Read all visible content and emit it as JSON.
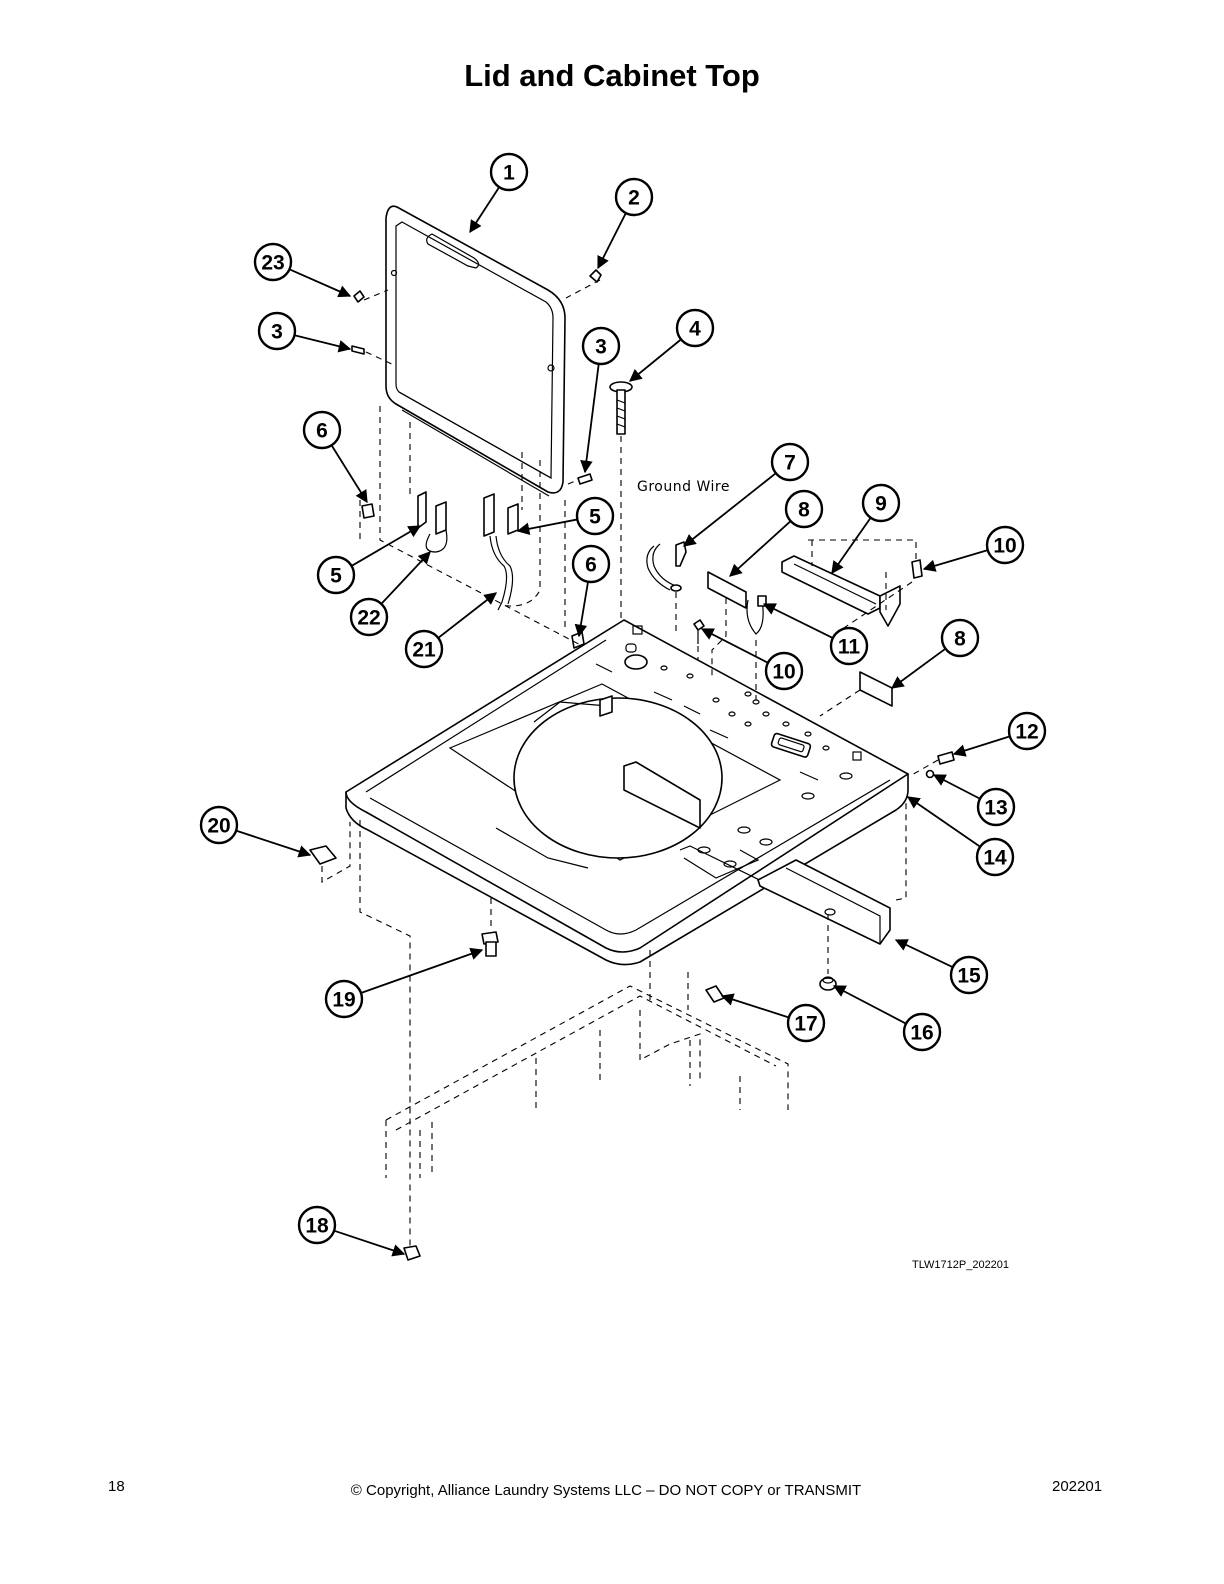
{
  "page": {
    "title": "Lid and Cabinet Top",
    "drawing_code": "TLW1712P_202201",
    "page_number": "18",
    "copyright": "© Copyright, Alliance Laundry Systems LLC – DO NOT COPY or TRANSMIT",
    "revision": "202201"
  },
  "labels": {
    "ground_wire": "Ground Wire"
  },
  "callouts": [
    {
      "id": "c1",
      "num": "1"
    },
    {
      "id": "c2",
      "num": "2"
    },
    {
      "id": "c23",
      "num": "23"
    },
    {
      "id": "c3a",
      "num": "3"
    },
    {
      "id": "c3b",
      "num": "3"
    },
    {
      "id": "c4",
      "num": "4"
    },
    {
      "id": "c6a",
      "num": "6"
    },
    {
      "id": "c7",
      "num": "7"
    },
    {
      "id": "c8a",
      "num": "8"
    },
    {
      "id": "c9",
      "num": "9"
    },
    {
      "id": "c10a",
      "num": "10"
    },
    {
      "id": "c5a",
      "num": "5"
    },
    {
      "id": "c5b",
      "num": "5"
    },
    {
      "id": "c6b",
      "num": "6"
    },
    {
      "id": "c22",
      "num": "22"
    },
    {
      "id": "c21",
      "num": "21"
    },
    {
      "id": "c11",
      "num": "11"
    },
    {
      "id": "c10b",
      "num": "10"
    },
    {
      "id": "c8b",
      "num": "8"
    },
    {
      "id": "c12",
      "num": "12"
    },
    {
      "id": "c13",
      "num": "13"
    },
    {
      "id": "c14",
      "num": "14"
    },
    {
      "id": "c20",
      "num": "20"
    },
    {
      "id": "c15",
      "num": "15"
    },
    {
      "id": "c19",
      "num": "19"
    },
    {
      "id": "c17",
      "num": "17"
    },
    {
      "id": "c16",
      "num": "16"
    },
    {
      "id": "c18",
      "num": "18"
    }
  ]
}
